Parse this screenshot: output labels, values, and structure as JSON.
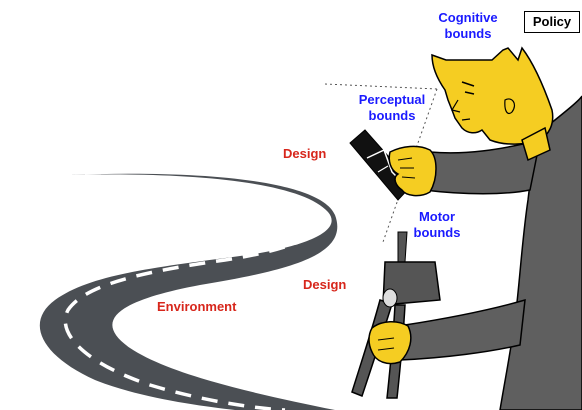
{
  "labels": {
    "cognitive": "Cognitive\nbounds",
    "perceptual": "Perceptual\nbounds",
    "motor": "Motor\nbounds",
    "design_top": "Design",
    "design_bottom": "Design",
    "environment": "Environment",
    "policy": "Policy"
  },
  "colors": {
    "bounds_text": "#1a1aff",
    "context_text": "#d7261b",
    "skin": "#f5cd22",
    "clothing": "#5f5f5f",
    "road": "#4b4f54",
    "road_marking": "#ffffff",
    "phone": "#111111",
    "steering": "#555555"
  }
}
